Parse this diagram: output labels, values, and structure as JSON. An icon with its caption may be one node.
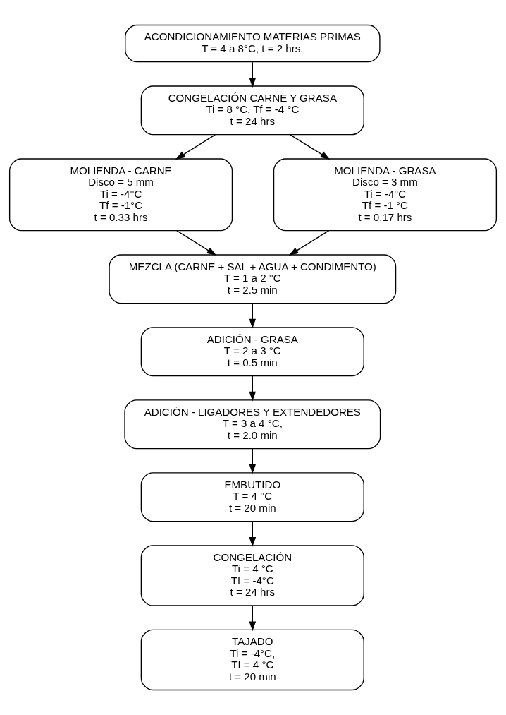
{
  "diagram": {
    "nodes": [
      {
        "text": [
          "ACONDICIONAMIENTO MATERIAS PRIMAS",
          "T = 4 a 8°C, t = 2 hrs."
        ]
      },
      {
        "text": [
          "CONGELACIÓN CARNE Y GRASA",
          "Ti = 8 °C, Tf = -4 °C",
          "t = 24 hrs"
        ]
      },
      {
        "text": [
          "MOLIENDA - CARNE",
          "Disco = 5 mm",
          "Ti = -4°C",
          "Tf = -1°C",
          "t = 0.33 hrs"
        ]
      },
      {
        "text": [
          "MOLIENDA - GRASA",
          "Disco = 3 mm",
          "Ti = -4°C",
          "Tf = -1 °C",
          "t = 0.17 hrs"
        ]
      },
      {
        "text": [
          "MEZCLA (CARNE + SAL + AGUA + CONDIMENTO)",
          "T = 1 a 2 °C",
          "t = 2.5 min"
        ]
      },
      {
        "text": [
          "ADICIÓN - GRASA",
          "T = 2 a 3 °C",
          "t = 0.5 min"
        ]
      },
      {
        "text": [
          "ADICIÓN - LIGADORES Y EXTENDEDORES",
          "T = 3 a 4 °C,",
          "t = 2.0 min"
        ]
      },
      {
        "text": [
          "EMBUTIDO",
          "T = 4 °C",
          "t = 20 min"
        ]
      },
      {
        "text": [
          "CONGELACIÓN",
          "Ti = 4 °C",
          "Tf = -4°C",
          "t = 24 hrs"
        ]
      },
      {
        "text": [
          "TAJADO",
          "Ti = -4°C,",
          "Tf = 4 °C",
          "t = 20 min"
        ]
      }
    ],
    "edges": [
      {
        "from": 0,
        "to": 1,
        "arrow": "to"
      },
      {
        "from": 1,
        "to": 2,
        "arrow": "to"
      },
      {
        "from": 1,
        "to": 3,
        "arrow": "to"
      },
      {
        "from": 2,
        "to": 4,
        "arrow": "to"
      },
      {
        "from": 3,
        "to": 4,
        "arrow": "to"
      },
      {
        "from": 4,
        "to": 5,
        "arrow": "to"
      },
      {
        "from": 5,
        "to": 6,
        "arrow": "to"
      },
      {
        "from": 6,
        "to": 7,
        "arrow": "to"
      },
      {
        "from": 7,
        "to": 8,
        "arrow": "to"
      },
      {
        "from": 8,
        "to": 9,
        "arrow": "to"
      }
    ]
  }
}
